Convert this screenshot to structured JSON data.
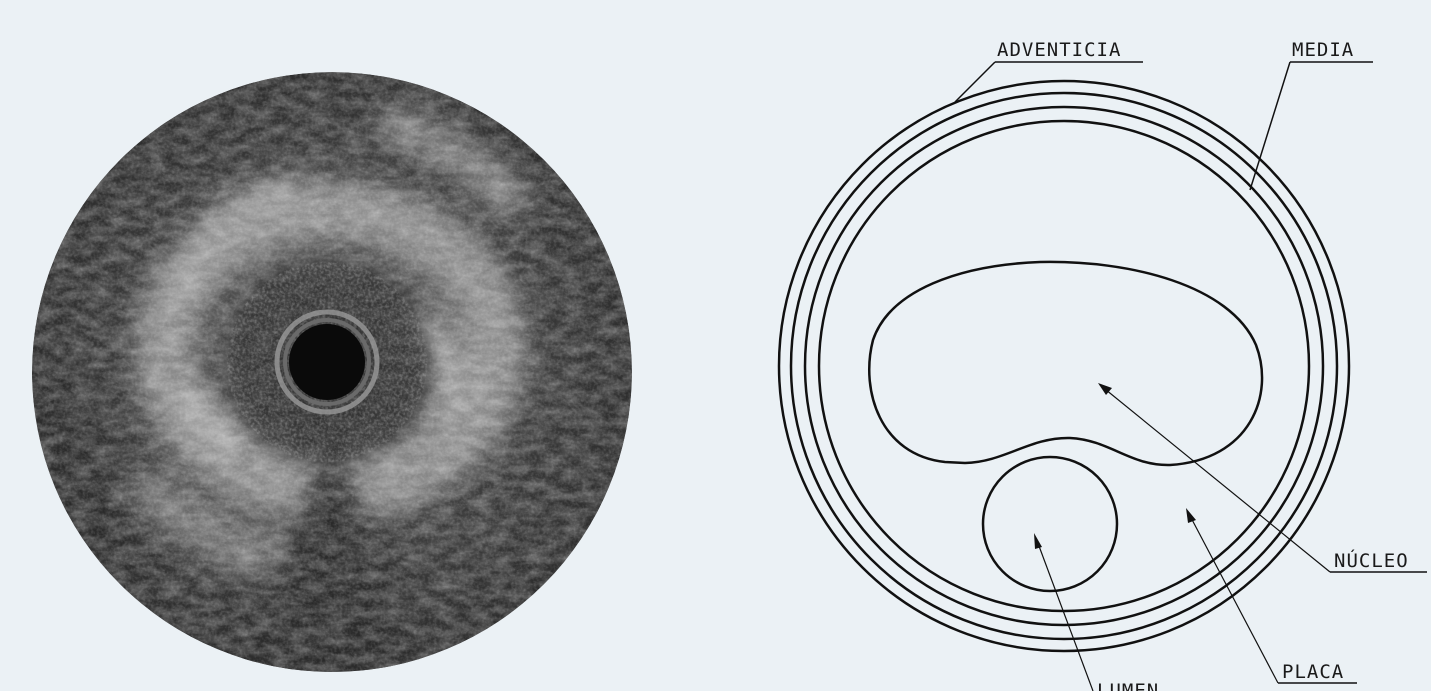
{
  "ultrasound": {
    "description_icon": "ivus-cross-section-image"
  },
  "schematic": {
    "labels": {
      "adventicia": "ADVENTICIA",
      "media": "MEDIA",
      "nucleo": "NÚCLEO",
      "lumen": "LUMEN",
      "placa": "PLACA"
    }
  },
  "colors": {
    "background": "#ebf1f5",
    "line": "#111111"
  }
}
